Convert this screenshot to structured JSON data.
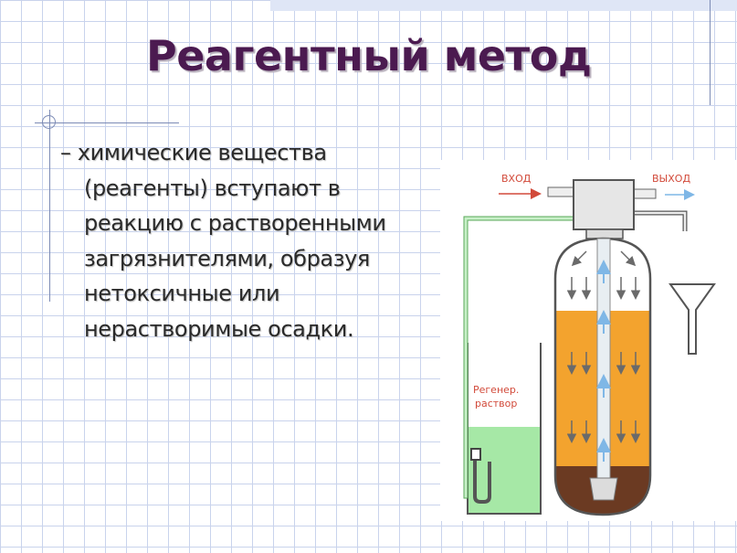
{
  "slide": {
    "title": "Реагентный метод",
    "body_lines": [
      "– химические вещества",
      "(реагенты) вступают в",
      "реакцию с растворенными",
      "загрязнителями, образуя",
      "нетоксичные или",
      "нерастворимые осадки."
    ]
  },
  "diagram": {
    "inlet_label": "ВХОД",
    "outlet_label": "ВЫХОД",
    "tank_label_line1": "Регенер.",
    "tank_label_line2": "раствор"
  },
  "colors": {
    "title": "#4b1a50",
    "grid": "#c9d3ec",
    "resin": "#f3a32e",
    "regen_solution": "#a6e8a6",
    "label_red": "#d24a3a"
  }
}
